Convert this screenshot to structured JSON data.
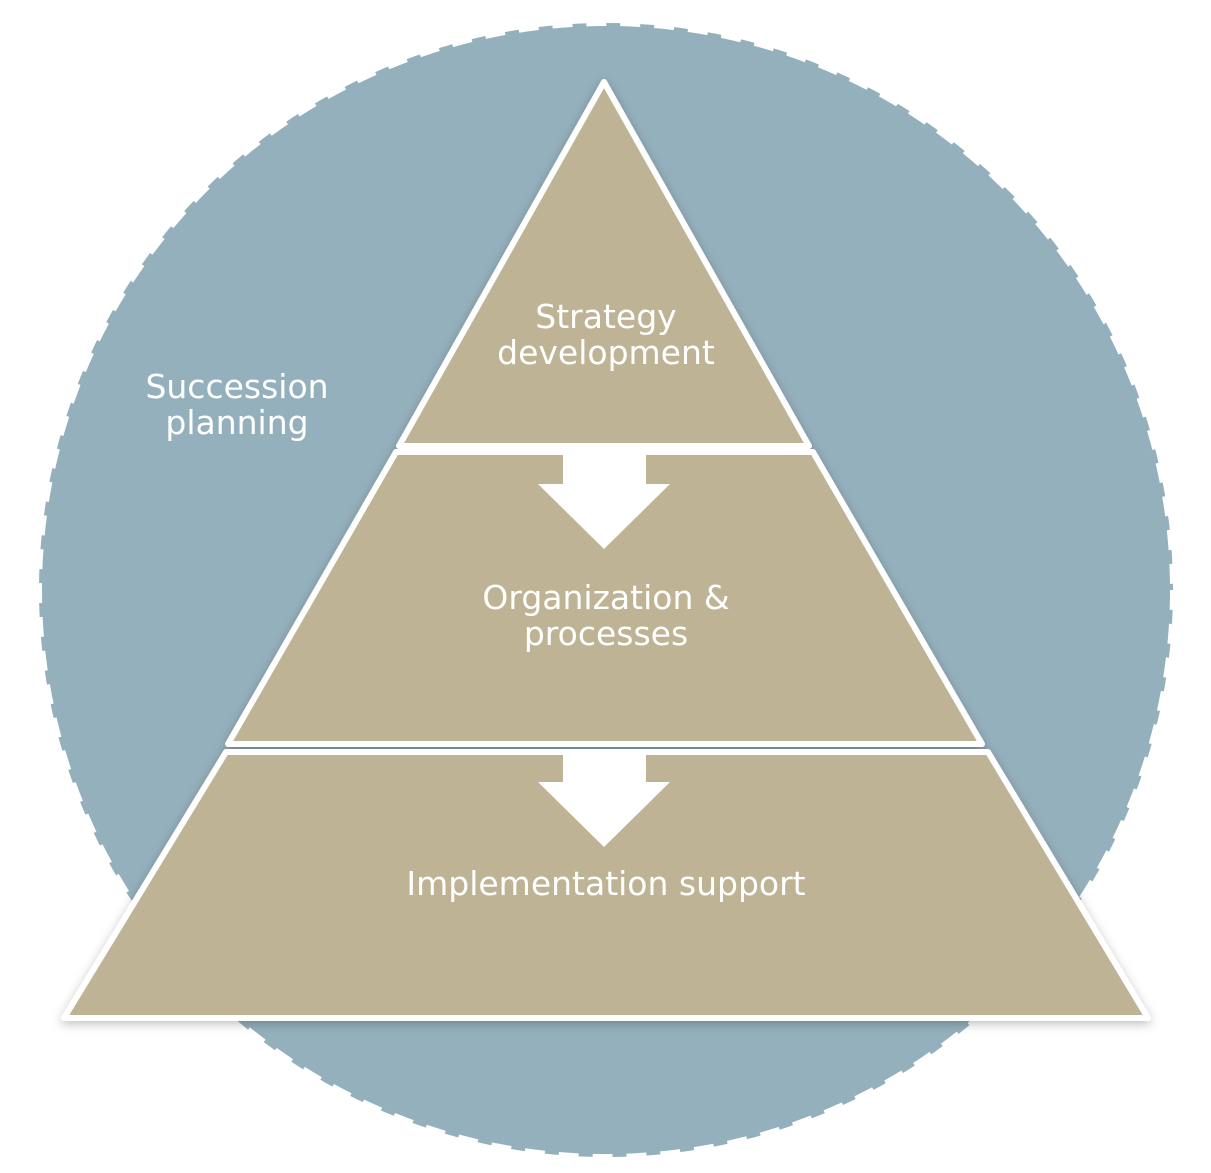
{
  "diagram": {
    "circle_label": {
      "line1": "Succession",
      "line2": "planning"
    },
    "tiers": [
      {
        "line1": "Strategy",
        "line2": "development"
      },
      {
        "line1": "Organization &",
        "line2": "processes"
      },
      {
        "line1": "Implementation support"
      }
    ]
  },
  "colors": {
    "circle_fill": "#94b0bc",
    "pyramid_fill": "#beb395",
    "outline": "#ffffff",
    "text": "#ffffff"
  }
}
